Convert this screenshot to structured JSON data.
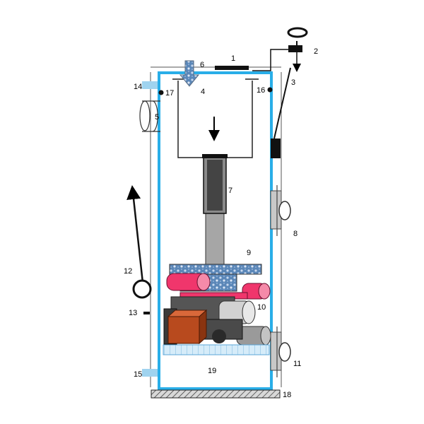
{
  "labels": {
    "l1": "1",
    "l2": "2",
    "l3": "3",
    "l4": "4",
    "l5": "5",
    "l6": "6",
    "l7": "7",
    "l8": "8",
    "l9": "9",
    "l10": "10",
    "l11": "11",
    "l12": "12",
    "l13": "13",
    "l14": "14",
    "l15": "15",
    "l16": "16",
    "l17": "17",
    "l18": "18",
    "l19": "19"
  },
  "colors": {
    "casing": "#29aee8",
    "port": "#9fd3ef",
    "dark": "#202020",
    "grey": "#a6a6a6",
    "pink": "#f0366c",
    "brown": "#b84a1e",
    "grate": "#c9e6f6"
  }
}
